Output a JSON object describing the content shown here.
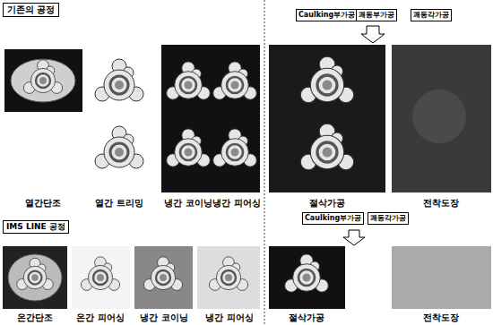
{
  "diagram": {
    "nodes": [
      {
        "text": [
          "기존의 공정"
        ]
      },
      {
        "text": [
          "Caulking부가공"
        ]
      },
      {
        "text": [
          "괘동부가공"
        ]
      },
      {
        "text": [
          "괘동각가공"
        ]
      },
      {
        "text": [
          "IMS LINE 공정"
        ]
      },
      {
        "text": [
          "Caulking부가공"
        ]
      },
      {
        "text": [
          "괘동각가공"
        ]
      }
    ],
    "labels": [
      "열간단조",
      "열간 트리밍",
      "냉간 코이닝",
      "냉간 피어싱",
      "절삭가공",
      "전착도장",
      "온간단조",
      "온간 피어싱",
      "냉간 코이닝",
      "냉간 피어싱",
      "절삭가공",
      "전착도장"
    ]
  }
}
